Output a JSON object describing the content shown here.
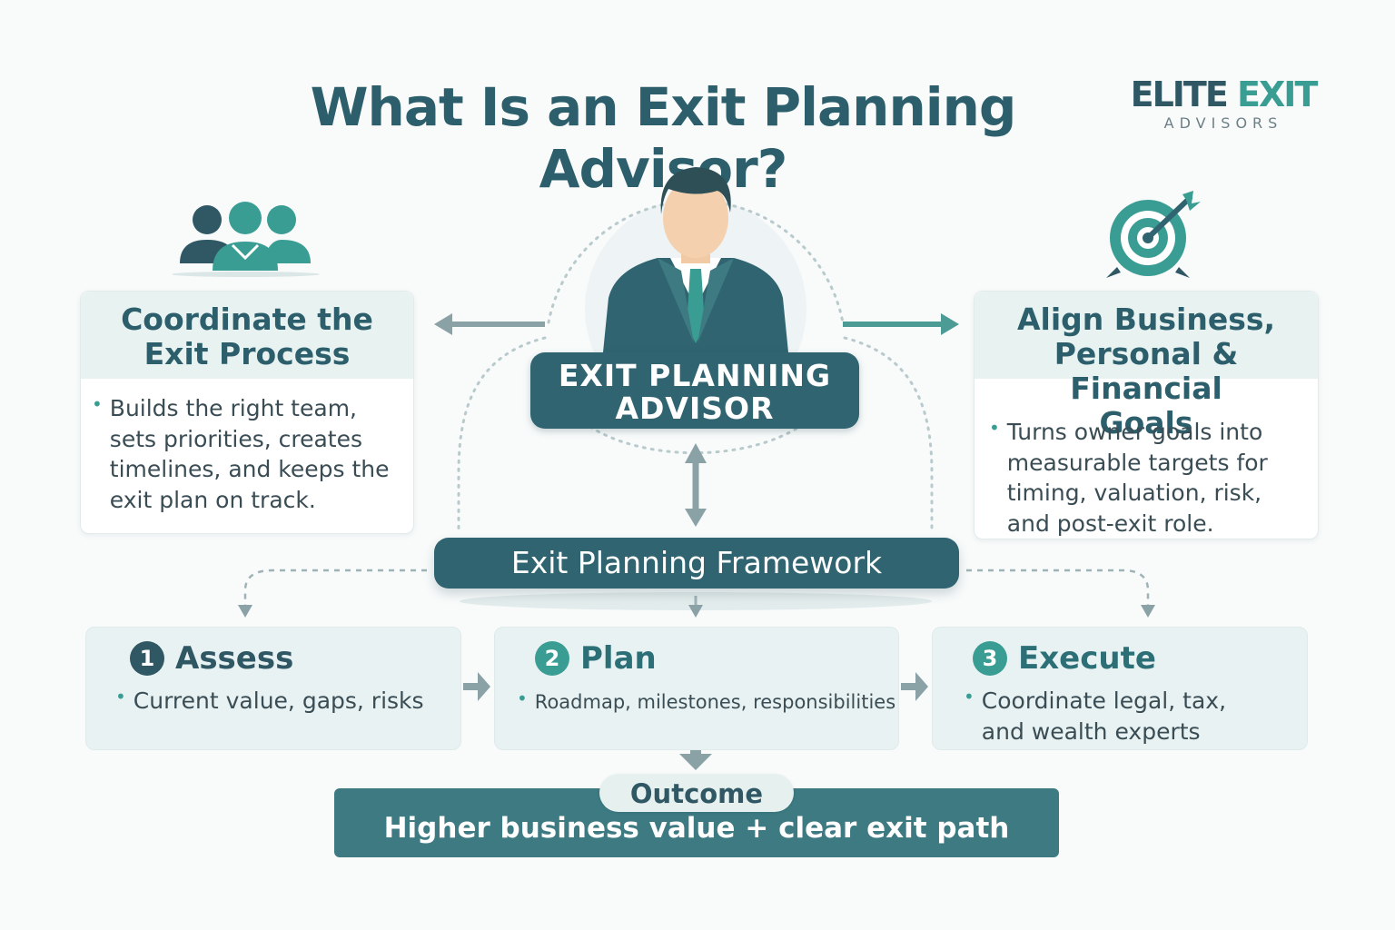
{
  "title": "What Is an Exit Planning Advisor?",
  "logo": {
    "word1": "ELITE",
    "word2": "EXIT",
    "sub": "ADVISORS"
  },
  "center": {
    "line1": "EXIT PLANNING",
    "line2": "ADVISOR"
  },
  "left_card": {
    "heading_line1": "Coordinate the",
    "heading_line2": "Exit Process",
    "bullet": "Builds the right team, sets priorities, creates timelines, and keeps the exit plan on track."
  },
  "right_card": {
    "heading_line1": "Align Business,",
    "heading_line2": "Personal & Financial",
    "heading_line3": "Goals",
    "bullet": "Turns owner goals into measurable targets for timing, valuation, risk, and post-exit role."
  },
  "framework": "Exit Planning Framework",
  "steps": [
    {
      "number": "1",
      "title": "Assess",
      "bullet": "Current value, gaps, risks"
    },
    {
      "number": "2",
      "title": "Plan",
      "bullet": "Roadmap, milestones, responsibilities"
    },
    {
      "number": "3",
      "title": "Execute",
      "bullet": "Coordinate legal, tax, and wealth experts"
    }
  ],
  "outcome": {
    "label": "Outcome",
    "text": "Higher business value + clear exit path"
  },
  "colors": {
    "dark_teal": "#2f6470",
    "accent_teal": "#3a9d94",
    "light_panel": "#e7f2f1",
    "title": "#2c5f6b"
  },
  "icons": [
    "team-icon",
    "target-arrow-icon",
    "advisor-figure"
  ]
}
